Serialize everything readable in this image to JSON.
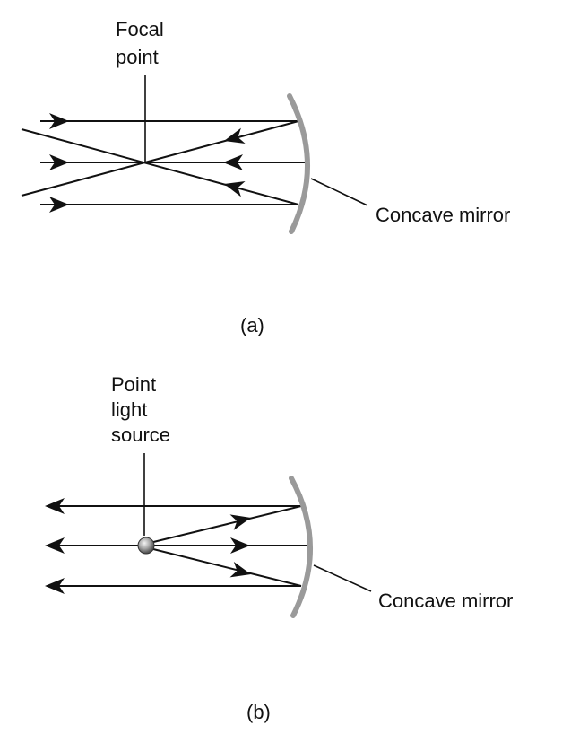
{
  "diagram_a": {
    "label_focal": [
      "Focal",
      "point"
    ],
    "label_mirror": "Concave mirror",
    "caption": "(a)"
  },
  "diagram_b": {
    "label_source": [
      "Point",
      "light",
      "source"
    ],
    "label_mirror": "Concave mirror",
    "caption": "(b)"
  },
  "colors": {
    "ray": "#111111",
    "mirror": "#9a9a9a",
    "text": "#111111"
  }
}
